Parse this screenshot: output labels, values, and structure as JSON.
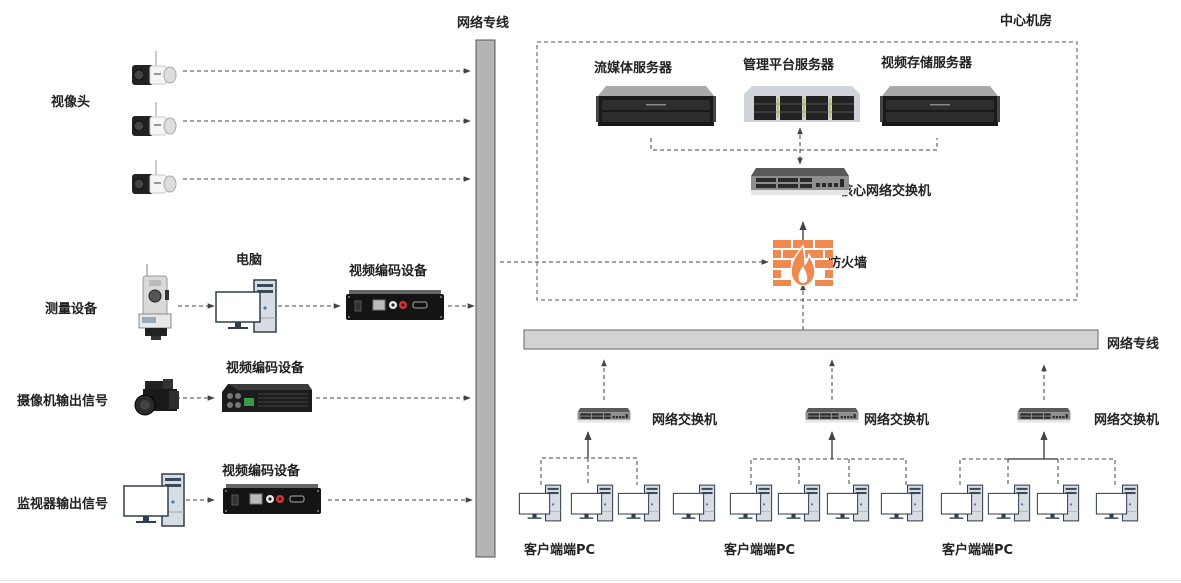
{
  "backbone": {
    "left_label": "网络专线",
    "right_label": "网络专线"
  },
  "data_center": {
    "title": "中心机房",
    "servers": [
      {
        "label": "流媒体服务器",
        "icon": "storage-server-icon"
      },
      {
        "label": "管理平台服务器",
        "icon": "rack-server-icon"
      },
      {
        "label": "视频存储服务器",
        "icon": "storage-server-icon"
      }
    ],
    "core_switch": {
      "label": "核心网络交换机",
      "icon": "network-switch-icon"
    },
    "firewall": {
      "label": "防火墙",
      "icon": "firewall-icon",
      "color": "#F0894F"
    }
  },
  "sources": {
    "cameras": {
      "label": "视像头",
      "count": 3,
      "icon": "bullet-camera-icon"
    },
    "survey": {
      "label": "测量设备",
      "icon": "total-station-icon",
      "pc_label": "电脑",
      "encoder_label": "视频编码设备"
    },
    "camcorder": {
      "label": "摄像机输出信号",
      "icon": "camcorder-icon",
      "encoder_label": "视频编码设备"
    },
    "monitor": {
      "label": "监视器输出信号",
      "icon": "desktop-pc-icon",
      "encoder_label": "视频编码设备"
    }
  },
  "client_groups": [
    {
      "switch_label": "网络交换机",
      "pc_label": "客户端端PC",
      "pc_count": 4
    },
    {
      "switch_label": "网络交换机",
      "pc_label": "客户端端PC",
      "pc_count": 4
    },
    {
      "switch_label": "网络交换机",
      "pc_label": "客户端端PC",
      "pc_count": 4
    }
  ],
  "colors": {
    "backbone_fill": "#B4B4B4",
    "backbone_h_fill": "#D2D2D2",
    "line": "#555555",
    "firewall": "#F0894F"
  }
}
